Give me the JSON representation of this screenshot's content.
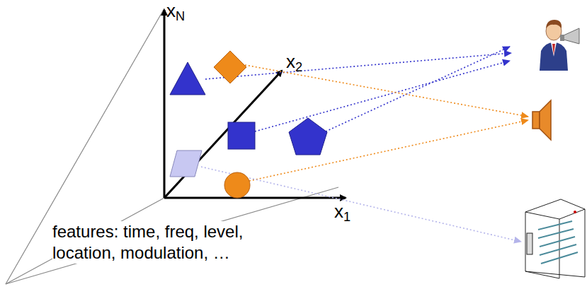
{
  "diagram": {
    "labels": [
      "xN",
      "x2",
      "x1",
      "features: time, freq, level, location, modulation, …"
    ]
  }
}
